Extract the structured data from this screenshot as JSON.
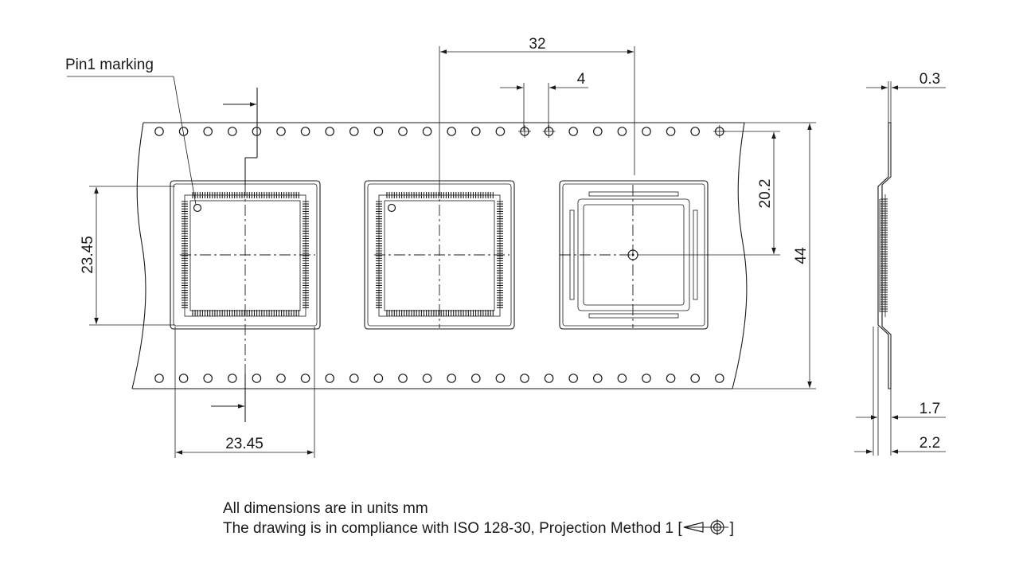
{
  "labels": {
    "pin1_marking": "Pin1 marking",
    "dim_pitch": "32",
    "dim_hole_pitch": "4",
    "dim_thickness": "0.3",
    "dim_center_offset": "20.2",
    "dim_tape_width": "44",
    "dim_pocket_height": "23.45",
    "dim_pocket_width": "23.45",
    "dim_depth_1": "1.7",
    "dim_depth_2": "2.2"
  },
  "notes": {
    "line1": "All dimensions are in units mm",
    "line2": "The drawing is in compliance with ISO 128-30, Projection Method 1 [",
    "line2_end": "]"
  },
  "icons": {
    "projection_symbol": "first-angle-projection-icon"
  }
}
